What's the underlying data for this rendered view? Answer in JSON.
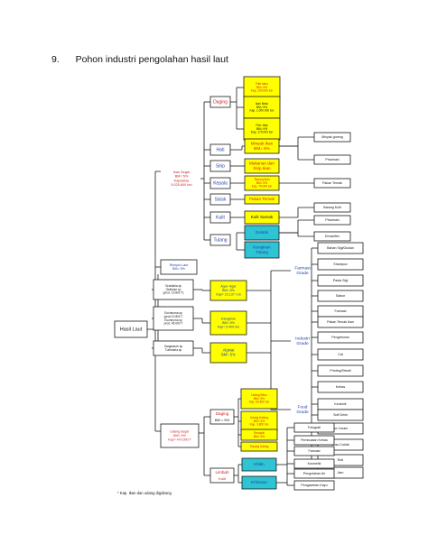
{
  "heading": {
    "number": "9.",
    "title": "Pohon industri pengolahan hasil laut"
  },
  "root": "Hasil Laut",
  "groups": {
    "ikan": {
      "lines": [
        "Ikan Segar",
        "BM= 5%",
        "Kapasitas",
        "5.025.600 ton"
      ]
    },
    "rumput": {
      "lines": [
        "Rumput Laut",
        "BM= 5%"
      ]
    },
    "udang": {
      "lines": [
        "Udang Segar",
        "BM= 5%",
        "Kap= 470.000 T"
      ]
    }
  },
  "seaweed_species": [
    [
      "Gracilaria sp",
      "Gelidium sp",
      "(prod. 19.800 T)"
    ],
    [
      "Eucheuma sp",
      "(prod 10.800 T",
      "Eucheuma sp",
      "prod. 45.000 T"
    ],
    [
      "Sargassum sp",
      "Turbinaria sp"
    ]
  ],
  "ikan_products": [
    {
      "label": "Daging",
      "color": "#d22020"
    },
    {
      "label": "Hati",
      "color": "#1a1a1a"
    },
    {
      "label": "Sirip",
      "color": "#1a1a1a"
    },
    {
      "label": "Kepala",
      "color": "#1a1a1a"
    },
    {
      "label": "Sisisk",
      "color": "#1a1a1a"
    },
    {
      "label": "Kulit",
      "color": "#1a1a1a"
    },
    {
      "label": "Tulang",
      "color": "#1a1a1a"
    }
  ],
  "daging_products": [
    {
      "lines": [
        "Filet beku",
        "BM= 5%",
        "Kap. 100.000 ton"
      ]
    },
    {
      "lines": [
        "Ikan Beku",
        "BM= 5%",
        "Kap. 1.000.000 ton"
      ]
    },
    {
      "lines": [
        "Fish Jelly",
        "BM= 5%",
        "Kap. 175.000 ton"
      ]
    }
  ],
  "mid_products": [
    {
      "lines": [
        "Minyak Ikan",
        "BM= 5%"
      ],
      "fill": "#ffff00"
    },
    {
      "lines": [
        "Makanan dari",
        "Sirip Ikan"
      ],
      "fill": "#ffff00"
    },
    {
      "lines": [
        "Tepung Ikan",
        "BM= 5%",
        "Kap. 75.000 ton"
      ],
      "fill": "#ffff00"
    },
    {
      "lines": [
        "Pakan Ternak"
      ],
      "fill": "#ffff00"
    },
    {
      "lines": [
        "Kulit Samak"
      ],
      "fill": "#ffff00"
    },
    {
      "lines": [
        "Gelatin"
      ],
      "fill": "#2ec4d4"
    },
    {
      "lines": [
        "Kerajinan",
        "Tulang"
      ],
      "fill": "#2ec4d4"
    }
  ],
  "ikan_end": [
    {
      "label": "Minyak goreng"
    },
    {
      "label": "Pharmasi"
    },
    {
      "label": "Pakan Ternak"
    },
    {
      "label": "Barang Kulit"
    },
    {
      "label": "Pharmasi"
    },
    {
      "label": "Emulsifier"
    }
  ],
  "seaweed_products": [
    {
      "lines": [
        "Agar- Agar",
        "BM= 5%",
        "Kap= 23.137 t on"
      ]
    },
    {
      "lines": [
        "Karaginan",
        "BM= 5%",
        "Kap= 5.400 ton"
      ]
    },
    {
      "lines": [
        "Alginat",
        "BM= 5%"
      ]
    }
  ],
  "grades": {
    "farmasi": [
      "Farmasi",
      "Grade"
    ],
    "industri": [
      "Industri",
      "Grade"
    ],
    "food": [
      "Food",
      "Grade"
    ]
  },
  "grade_products": {
    "farmasi": [
      "Bahan Sigi/Gusian",
      "Shampoo",
      "Pasta Gigi",
      "Sabun",
      "Farmasi"
    ],
    "industri": [
      "Pakan Ternak Ikan",
      "Pengeboran",
      "Cat",
      "Printing/Tekstil",
      "Kertas",
      "Keramik"
    ],
    "food": [
      "Soft Drink",
      "Ice Cream",
      "Susu Coklat",
      "Roti",
      "Jam"
    ]
  },
  "udang_products": [
    {
      "label": "Daging",
      "lines": [
        "BM = 5%"
      ]
    },
    {
      "label": "Limbah",
      "lines": [
        "Kulit"
      ]
    }
  ],
  "udang_daging_products": [
    {
      "lines": [
        "Udang Beku",
        "BM= 5%",
        "Kap. 50.800 ton"
      ]
    },
    {
      "lines": [
        "Udang Kaleng",
        "BM= 5%",
        "Kap. 3.800 ton"
      ]
    },
    {
      "lines": [
        "Kerupuk",
        "BM= 5%"
      ]
    },
    {
      "lines": [
        "Tepung Udang"
      ]
    }
  ],
  "kitin_products": [
    {
      "label": "Khitin"
    },
    {
      "label": "Khitosan"
    }
  ],
  "udang_end": [
    {
      "label": "Fotografi"
    },
    {
      "label": "Pembuatan Kertas"
    },
    {
      "label": "Farmasi"
    },
    {
      "label": "Kosmetik"
    },
    {
      "label": "Pengolahan Air"
    },
    {
      "label": "Pengawetan Kayu"
    }
  ],
  "footnote": "* Kap. Ikan dan udang digabung",
  "colors": {
    "line": "#1a1a1a",
    "yellow": "#ffff00",
    "cyan": "#2ec4d4",
    "red": "#d22020",
    "blue": "#1f3fa8"
  }
}
